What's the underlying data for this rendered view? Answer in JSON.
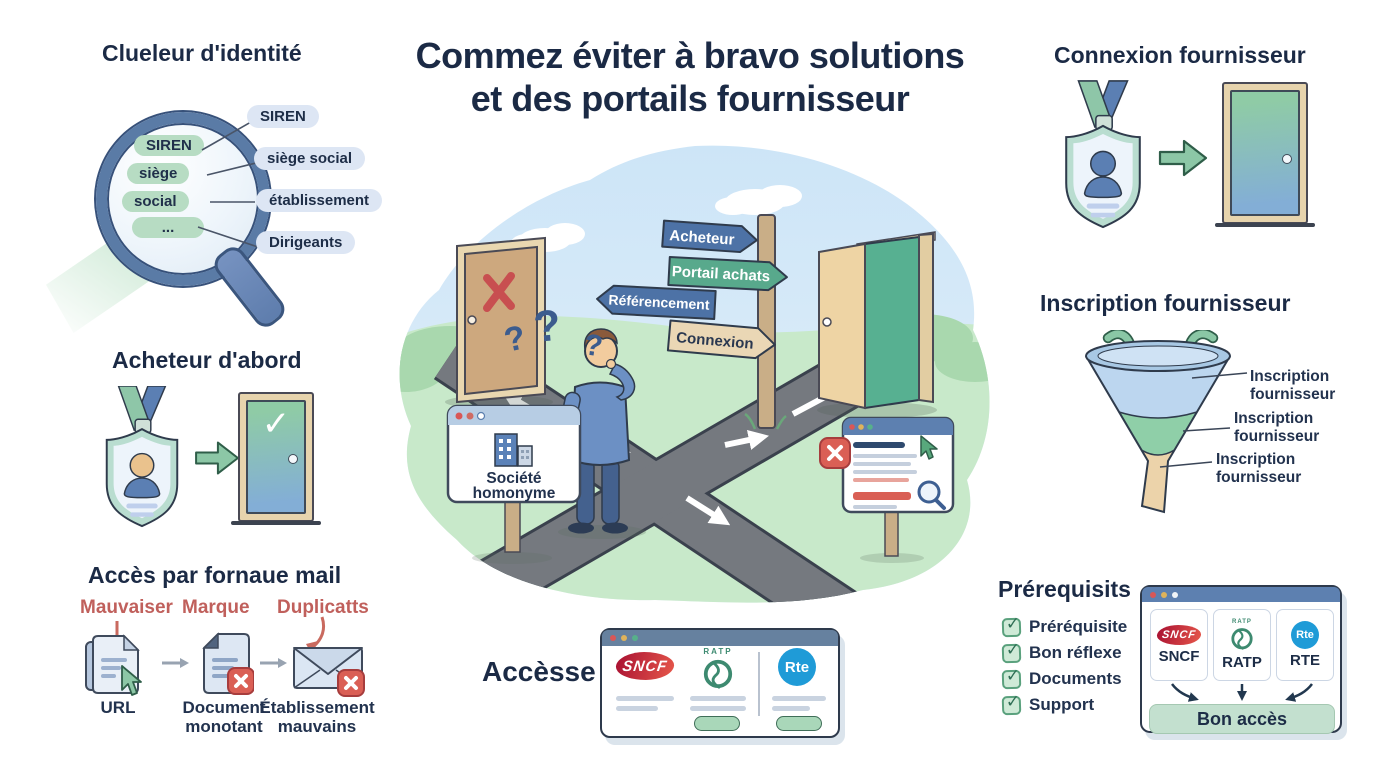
{
  "title": {
    "line1": "Commez éviter à bravo solutions",
    "line2": "et des portails fournisseur"
  },
  "icons": {
    "check": "✓"
  },
  "identity": {
    "heading": "Clueleur d'identité",
    "lens_items": [
      "SIREN",
      "siège",
      "social",
      "..."
    ],
    "labels": [
      "SIREN",
      "siège social",
      "établissement",
      "Dirigeants"
    ]
  },
  "acheteur": {
    "heading": "Acheteur d'abord"
  },
  "connexion": {
    "heading": "Connexion fournisseur"
  },
  "mail": {
    "heading": "Accès par fornaue mail",
    "warnings": [
      "Mauvaiser",
      "Marque",
      "Duplicatts"
    ],
    "captions": [
      "URL",
      "Document monotant",
      "Établissement mauvains"
    ]
  },
  "crossroads": {
    "signs": [
      "Acheteur",
      "Portail achats",
      "Référencement",
      "Connexion"
    ],
    "homonym": {
      "line1": "Société",
      "line2": "homonyme"
    },
    "question_marks": [
      "?",
      "?",
      "?"
    ]
  },
  "inscription": {
    "heading": "Inscription fournisseur",
    "labels": [
      "Inscription fournisseur",
      "Inscription fournisseur",
      "Inscription fournisseur"
    ]
  },
  "acces": {
    "heading": "Accèsse",
    "logos": {
      "sncf": "SNCF",
      "ratp": "RATP",
      "rte": "Rte"
    }
  },
  "prerequisites": {
    "heading": "Prérequisits",
    "items": [
      "Préréquisite",
      "Bon réflexe",
      "Documents",
      "Support"
    ],
    "cards": [
      {
        "logo": "SNCF",
        "label": "SNCF"
      },
      {
        "logo": "RATP",
        "label": "RATP"
      },
      {
        "logo": "Rte",
        "label": "RTE"
      }
    ],
    "result": "Bon accès"
  },
  "colors": {
    "navy": "#1d2b45",
    "sky": "#d6e9f8",
    "grass": "#c8e9ca",
    "road": "#75797f",
    "teal": "#8ec6a8",
    "sign_blue": "#4d72a6",
    "sign_green": "#58a98c",
    "sign_tan": "#ead7b5",
    "red": "#d95c55",
    "warn_red": "#c0605c",
    "sncf_red": "#c21a3f",
    "ratp_green": "#3d8a70",
    "rte_blue": "#1f9bd7",
    "button_green": "#a9d7b9"
  }
}
